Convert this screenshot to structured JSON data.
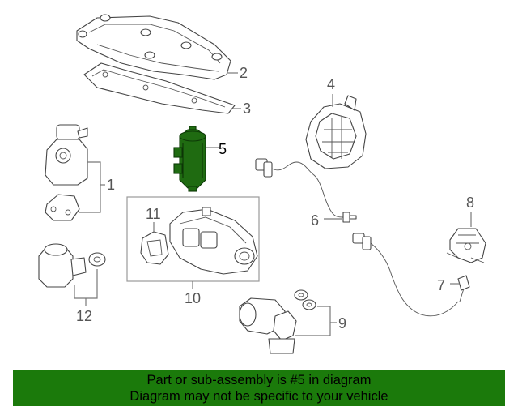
{
  "callouts": [
    "1",
    "2",
    "3",
    "4",
    "5",
    "6",
    "7",
    "8",
    "9",
    "10",
    "11",
    "12"
  ],
  "banner": {
    "line1": "Part or sub-assembly is #5 in diagram",
    "line2": "Diagram may not be specific to your vehicle"
  },
  "colors": {
    "highlight": "#1f6b11",
    "banner_bg": "#1b7a0b"
  }
}
